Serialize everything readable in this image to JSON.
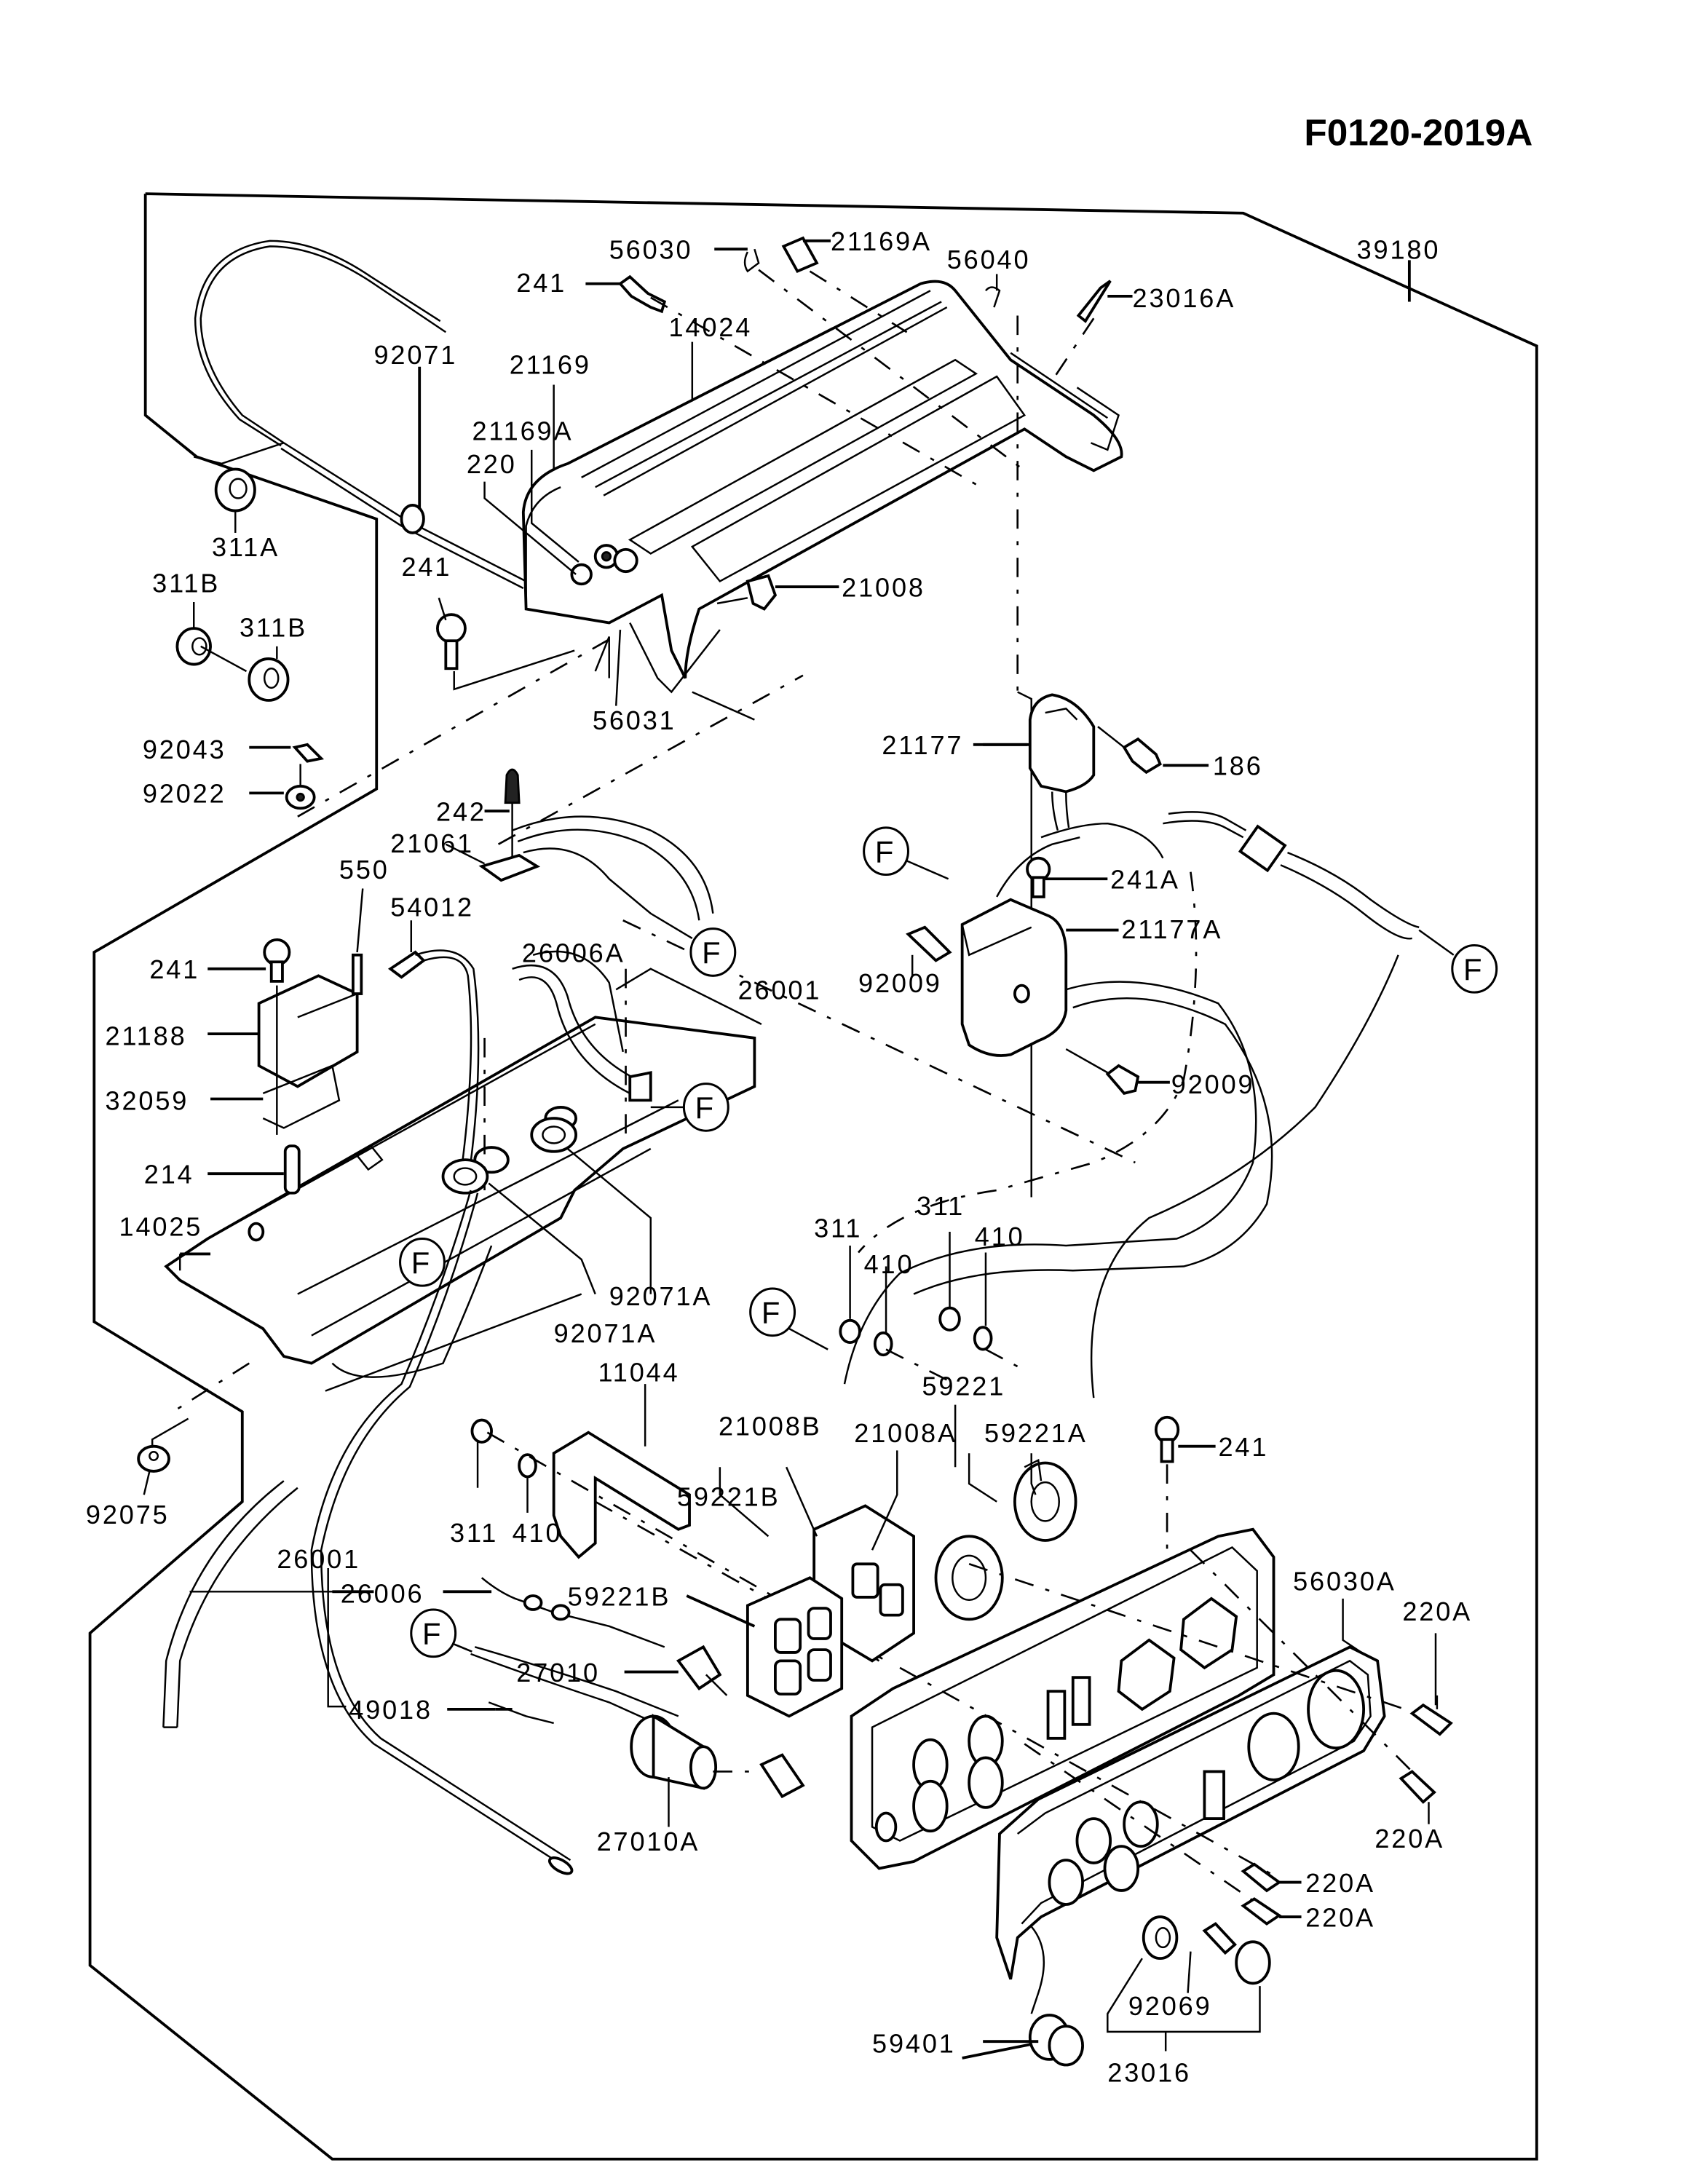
{
  "title": "F0120-2019A",
  "reference_marker": "F",
  "parts": [
    {
      "id": "p39180",
      "label": "39180"
    },
    {
      "id": "p56030",
      "label": "56030"
    },
    {
      "id": "p21169A_top",
      "label": "21169A"
    },
    {
      "id": "p56040",
      "label": "56040"
    },
    {
      "id": "p23016A",
      "label": "23016A"
    },
    {
      "id": "p241_top",
      "label": "241"
    },
    {
      "id": "p14024",
      "label": "14024"
    },
    {
      "id": "p92071",
      "label": "92071"
    },
    {
      "id": "p21169",
      "label": "21169"
    },
    {
      "id": "p21169A",
      "label": "21169A"
    },
    {
      "id": "p220",
      "label": "220"
    },
    {
      "id": "p311A",
      "label": "311A"
    },
    {
      "id": "p311B_a",
      "label": "311B"
    },
    {
      "id": "p311B_b",
      "label": "311B"
    },
    {
      "id": "p241_mid",
      "label": "241"
    },
    {
      "id": "p21008",
      "label": "21008"
    },
    {
      "id": "p56031",
      "label": "56031"
    },
    {
      "id": "p21177",
      "label": "21177"
    },
    {
      "id": "p186",
      "label": "186"
    },
    {
      "id": "p92043",
      "label": "92043"
    },
    {
      "id": "p92022",
      "label": "92022"
    },
    {
      "id": "p242",
      "label": "242"
    },
    {
      "id": "p21061",
      "label": "21061"
    },
    {
      "id": "p550",
      "label": "550"
    },
    {
      "id": "p241A",
      "label": "241A"
    },
    {
      "id": "p54012",
      "label": "54012"
    },
    {
      "id": "p26006A",
      "label": "26006A"
    },
    {
      "id": "p21177A",
      "label": "21177A"
    },
    {
      "id": "p241_left",
      "label": "241"
    },
    {
      "id": "p92009_a",
      "label": "92009"
    },
    {
      "id": "p26001_top",
      "label": "26001"
    },
    {
      "id": "p92009_b",
      "label": "92009"
    },
    {
      "id": "p21188",
      "label": "21188"
    },
    {
      "id": "p32059",
      "label": "32059"
    },
    {
      "id": "p214",
      "label": "214"
    },
    {
      "id": "p14025",
      "label": "14025"
    },
    {
      "id": "p92071A_a",
      "label": "92071A"
    },
    {
      "id": "p92071A_b",
      "label": "92071A"
    },
    {
      "id": "p311_a",
      "label": "311"
    },
    {
      "id": "p311_b",
      "label": "311"
    },
    {
      "id": "p410_a",
      "label": "410"
    },
    {
      "id": "p410_b",
      "label": "410"
    },
    {
      "id": "p11044",
      "label": "11044"
    },
    {
      "id": "p59221",
      "label": "59221"
    },
    {
      "id": "p21008B",
      "label": "21008B"
    },
    {
      "id": "p21008A",
      "label": "21008A"
    },
    {
      "id": "p59221A",
      "label": "59221A"
    },
    {
      "id": "p241_right",
      "label": "241"
    },
    {
      "id": "p92075",
      "label": "92075"
    },
    {
      "id": "p311_c",
      "label": "311"
    },
    {
      "id": "p410_c",
      "label": "410"
    },
    {
      "id": "p59221B_a",
      "label": "59221B"
    },
    {
      "id": "p26001",
      "label": "26001"
    },
    {
      "id": "p26006",
      "label": "26006"
    },
    {
      "id": "p59221B_b",
      "label": "59221B"
    },
    {
      "id": "p56030A",
      "label": "56030A"
    },
    {
      "id": "p220A_a",
      "label": "220A"
    },
    {
      "id": "p27010",
      "label": "27010"
    },
    {
      "id": "p49018",
      "label": "49018"
    },
    {
      "id": "p220A_b",
      "label": "220A"
    },
    {
      "id": "p27010A",
      "label": "27010A"
    },
    {
      "id": "p220A_c",
      "label": "220A"
    },
    {
      "id": "p220A_d",
      "label": "220A"
    },
    {
      "id": "p92069",
      "label": "92069"
    },
    {
      "id": "p59401",
      "label": "59401"
    },
    {
      "id": "p23016",
      "label": "23016"
    }
  ]
}
